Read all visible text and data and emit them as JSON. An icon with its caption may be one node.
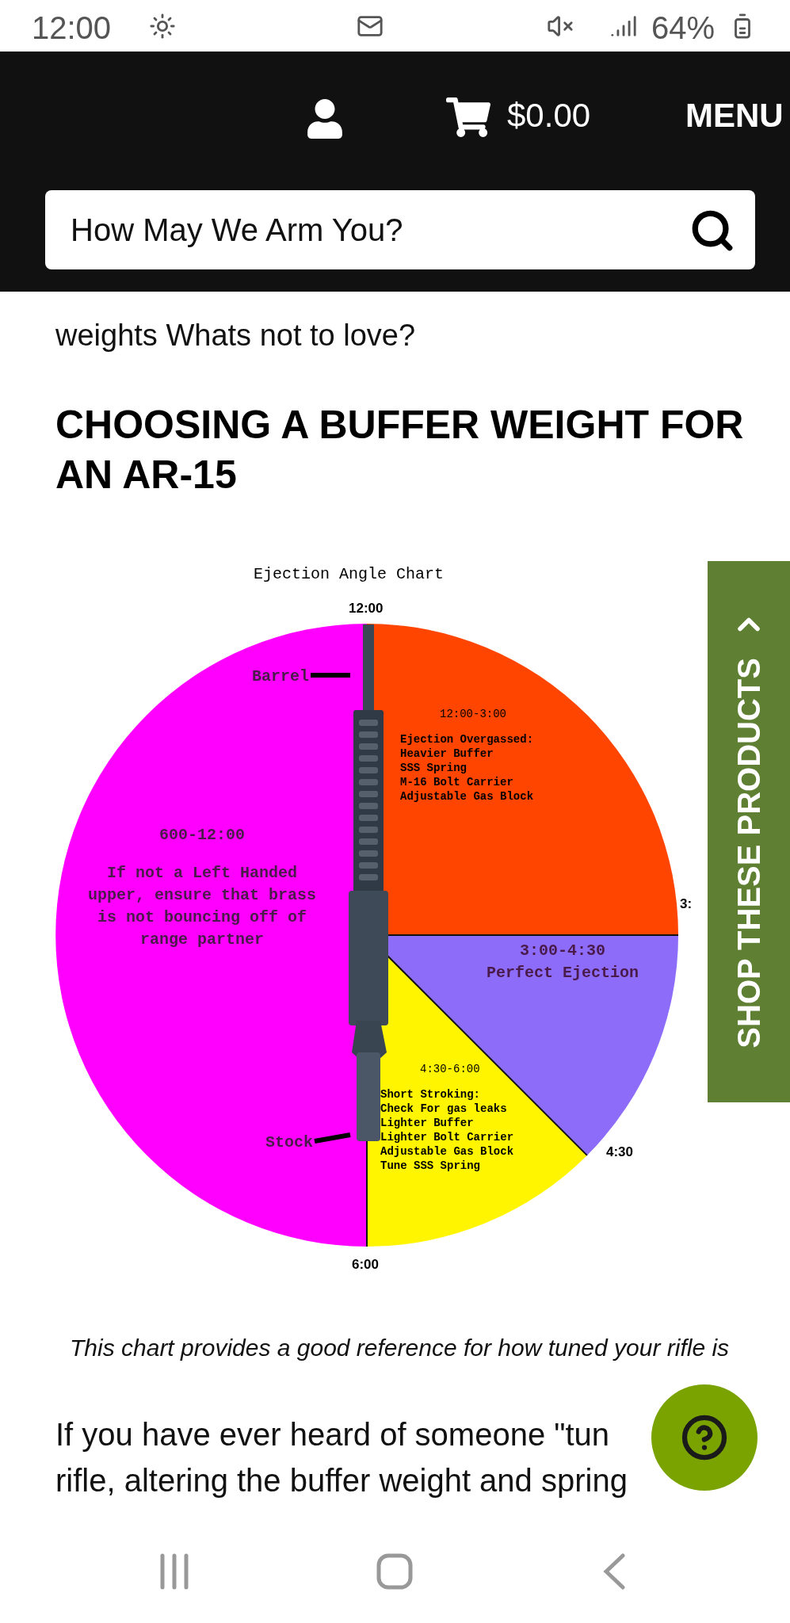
{
  "diagram": {
    "title": "Ejection Angle Chart",
    "caption": "This chart provides a good reference for how tuned your rifle is",
    "nodes": [
      {
        "text": [
          "Barrel"
        ]
      },
      {
        "text": [
          "12:00-3:00",
          "Ejection Overgassed:",
          "Heavier Buffer",
          "SSS Spring",
          "M-16 Bolt Carrier",
          "Adjustable Gas Block"
        ]
      },
      {
        "text": [
          "600-12:00",
          "If not a Left Handed upper, ensure that brass is not bouncing off of range partner"
        ]
      },
      {
        "text": [
          "3:00-4:30",
          "Perfect Ejection"
        ]
      },
      {
        "text": [
          "4:30-6:00",
          "Short Stroking:",
          "Check For gas leaks",
          "Lighter Buffer",
          "Lighter Bolt Carrier",
          "Adjustable Gas Block",
          "Tune SSS Spring"
        ]
      },
      {
        "text": [
          "Stock"
        ]
      },
      {
        "text": [],
        "shape": "picture"
      }
    ],
    "edges": [
      {
        "from": 0,
        "to": 6,
        "arrow": "none"
      },
      {
        "from": 5,
        "to": 6,
        "arrow": "none"
      }
    ],
    "labels": [
      "12:00",
      "64%",
      "$0.00",
      "MENU",
      "How May We Arm You?",
      "weights Whats not to love?",
      "CHOOSING A BUFFER WEIGHT FOR AN AR-15",
      "12:00",
      "3:",
      "4:30",
      "6:00",
      "SHOP THESE PRODUCTS",
      "If you have ever heard of someone \"tun",
      "rifle, altering the buffer weight and spring"
    ]
  }
}
